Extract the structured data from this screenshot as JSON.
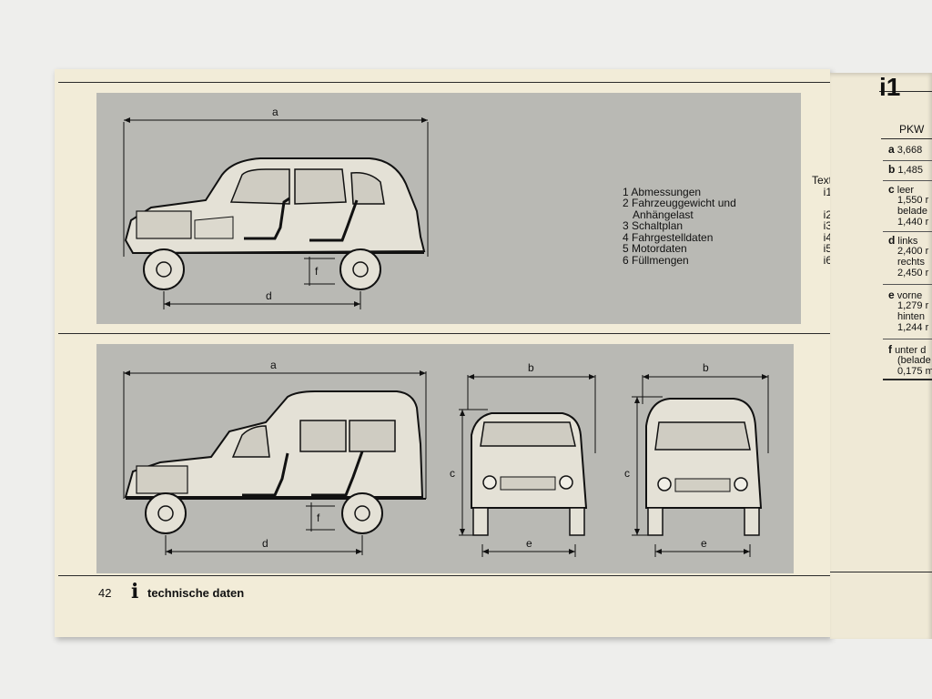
{
  "page": {
    "page_number": "42",
    "section_icon": "i",
    "section_title": "technische daten"
  },
  "diagram_labels": {
    "a": "a",
    "b": "b",
    "c": "c",
    "d": "d",
    "e": "e",
    "f": "f"
  },
  "contents": {
    "header": "Text",
    "items": [
      {
        "label": "1 Abmessungen",
        "ref": "i1"
      },
      {
        "label": "2 Fahrzeuggewicht und",
        "ref": ""
      },
      {
        "label": "   Anhängelast",
        "ref": "i2"
      },
      {
        "label": "3 Schaltplan",
        "ref": "i3"
      },
      {
        "label": "4 Fahrgestelldaten",
        "ref": "i4"
      },
      {
        "label": "5 Motordaten",
        "ref": "i5"
      },
      {
        "label": "6 Füllmengen",
        "ref": "i6"
      }
    ]
  },
  "right_page": {
    "heading": "i1",
    "column_header": "PKW",
    "lines": [
      {
        "key": "a",
        "text": "3,668 "
      },
      {
        "key": "b",
        "text": "1,485 "
      },
      {
        "key": "c",
        "text": "leer"
      },
      {
        "key": "",
        "text": "1,550 r"
      },
      {
        "key": "",
        "text": "belade"
      },
      {
        "key": "",
        "text": "1,440 r"
      },
      {
        "key": "d",
        "text": "links"
      },
      {
        "key": "",
        "text": "2,400 r"
      },
      {
        "key": "",
        "text": "rechts"
      },
      {
        "key": "",
        "text": "2,450 r"
      },
      {
        "key": "e",
        "text": "vorne"
      },
      {
        "key": "",
        "text": "1,279 r"
      },
      {
        "key": "",
        "text": "hinten"
      },
      {
        "key": "",
        "text": "1,244 r"
      },
      {
        "key": "f",
        "text": "unter d"
      },
      {
        "key": "",
        "text": "(belade"
      },
      {
        "key": "",
        "text": "0,175 m"
      }
    ]
  },
  "colors": {
    "paper": "#f2ecd8",
    "panel": "#b9b9b4",
    "car_body": "#e4e1d6",
    "ink": "#111111"
  }
}
